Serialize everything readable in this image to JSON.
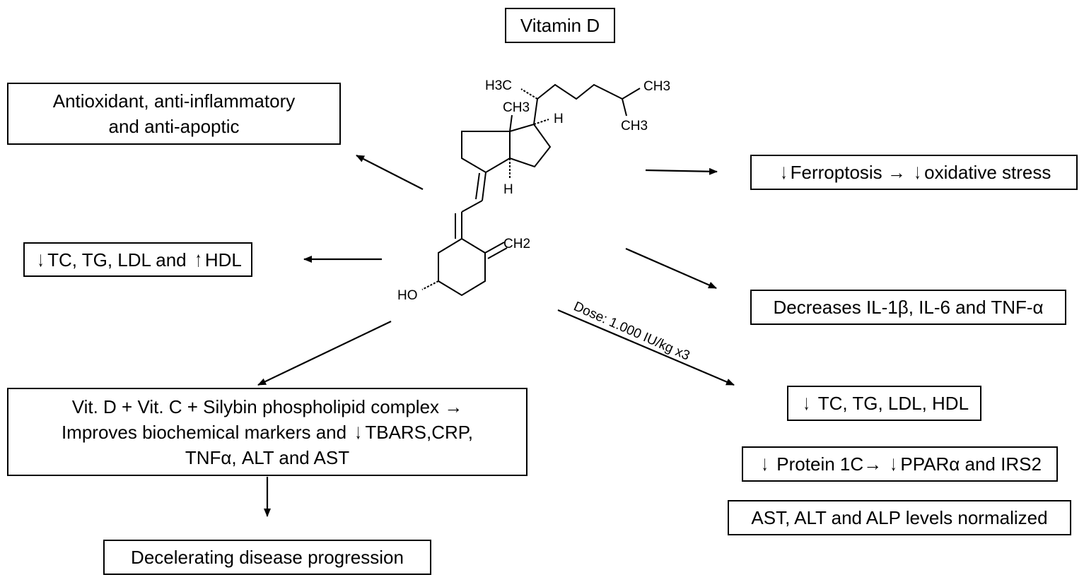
{
  "title": "Vitamin D",
  "boxes": {
    "antioxidant": {
      "line1": "Antioxidant, anti-inflammatory",
      "line2": "and anti-apoptic"
    },
    "lipids_left": {
      "text1": "TC, TG, LDL and",
      "text2": "HDL"
    },
    "vitd_combo": {
      "line1": "Vit. D + Vit. C + Silybin phospholipid complex",
      "line2a": "Improves biochemical markers and",
      "line2b": "TBARS,CRP,",
      "line3": "TNFα, ALT and AST"
    },
    "decelerating": "Decelerating disease progression",
    "ferroptosis": {
      "text1": "Ferroptosis",
      "text2": "oxidative stress"
    },
    "decreases": "Decreases IL-1β, IL-6 and TNF-α",
    "lipids_right": "TC, TG, LDL, HDL",
    "protein": {
      "text1": "Protein 1C",
      "text2": "PPARα and IRS2"
    },
    "enzymes": "AST, ALT and ALP levels normalized"
  },
  "dose_label": "Dose: 1.000 IU/kg x3",
  "molecule": {
    "h3c": "H3C",
    "ch3_top": "CH3",
    "ch3_methyl": "CH3",
    "ch3_branch": "CH3",
    "h_top": "H",
    "h_bottom": "H",
    "ch2": "CH2",
    "ho": "HO"
  }
}
